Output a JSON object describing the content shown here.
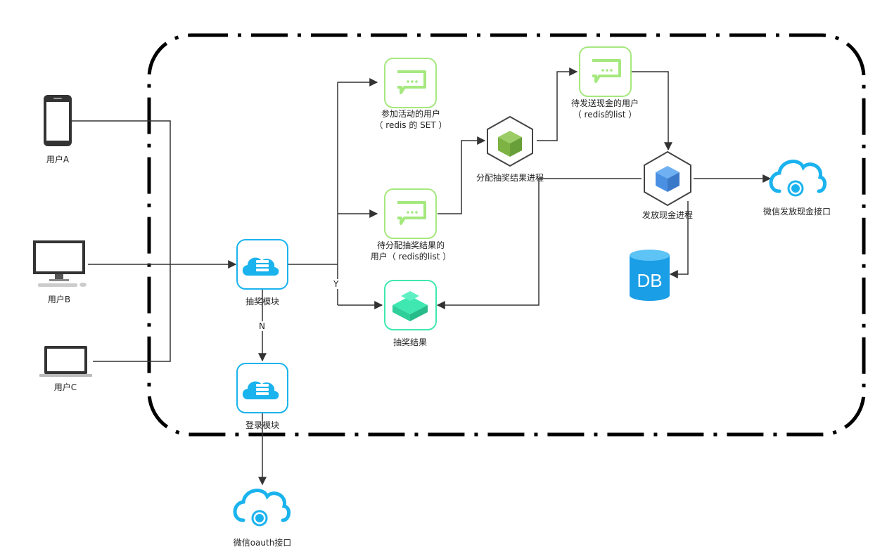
{
  "nodes": {
    "user_a": {
      "label": "用户A"
    },
    "user_b": {
      "label": "用户B"
    },
    "user_c": {
      "label": "用户C"
    },
    "lottery_module": {
      "label": "抽奖模块"
    },
    "login_module": {
      "label": "登录模块"
    },
    "wechat_oauth": {
      "label": "微信oauth接口"
    },
    "participants_set": {
      "line1": "参加活动的用户",
      "line2": "（ redis 的 SET ）"
    },
    "pending_assign_list": {
      "line1": "待分配抽奖结果的",
      "line2": "用户（ redis的list ）"
    },
    "lottery_result": {
      "label": "抽奖结果"
    },
    "assign_process": {
      "label": "分配抽奖结果进程"
    },
    "pending_cash_list": {
      "line1": "待发送现金的用户",
      "line2": "（ redis的list ）"
    },
    "cash_process": {
      "label": "发放现金进程"
    },
    "db": {
      "label": "DB"
    },
    "wechat_cash_api": {
      "label": "微信发放现金接口"
    }
  },
  "edge_labels": {
    "yes": "Y",
    "no": "N"
  },
  "colors": {
    "boundary": "#000000",
    "connector": "#333333",
    "cloud_blue": "#1ab3ee",
    "queue_green": "#a5e87e",
    "result_green": "#3ee8b0",
    "process_green": "#7cb342",
    "process_blue": "#4a90e2",
    "db_blue": "#1a9ee6",
    "device_dark": "#333333"
  }
}
